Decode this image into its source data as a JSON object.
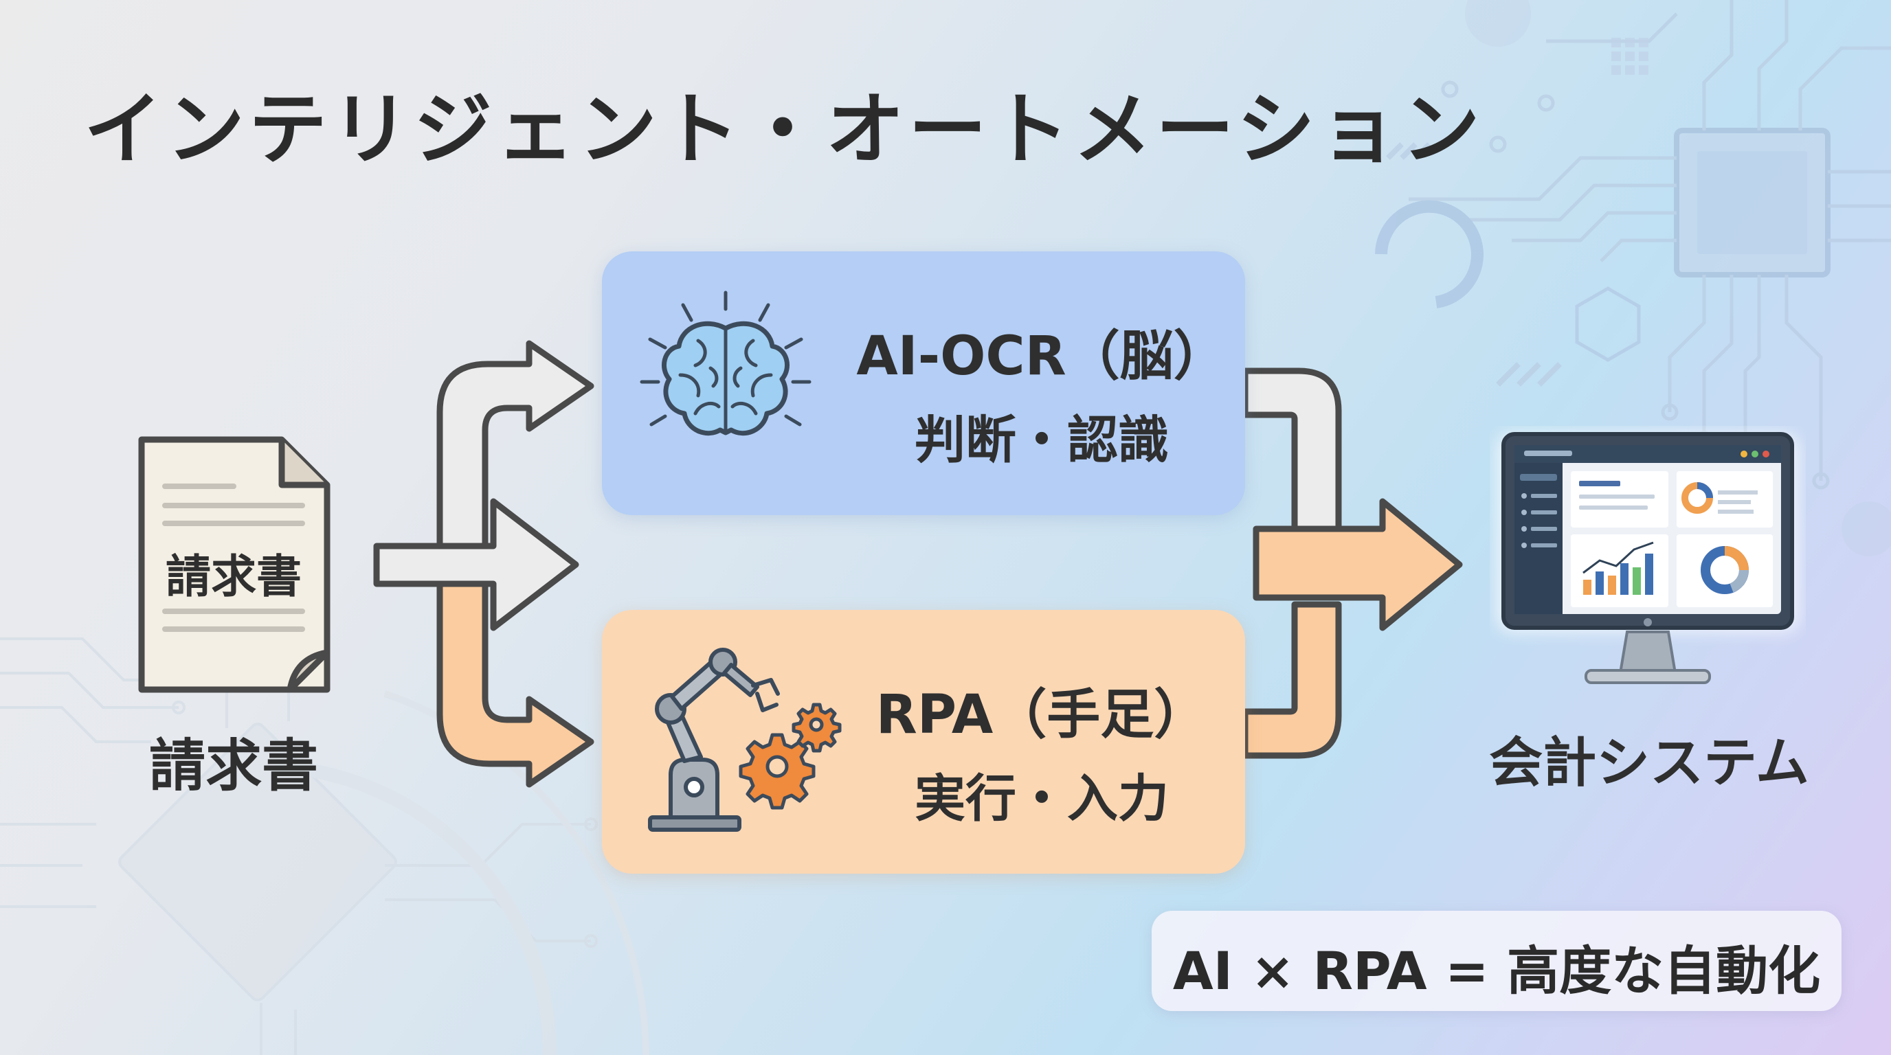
{
  "title": "インテリジェント・オートメーション",
  "document": {
    "icon_text": "請求書",
    "label": "請求書",
    "icon": "document-icon"
  },
  "ai_ocr": {
    "title": "AI-OCR（脳）",
    "subtitle": "判断・認識",
    "icon": "brain-icon",
    "color": "#b4cef5"
  },
  "rpa": {
    "title": "RPA（手足）",
    "subtitle": "実行・入力",
    "icon": "robot-arm-icon",
    "color": "#fbd7b4"
  },
  "accounting_system": {
    "label": "会計システム",
    "icon": "monitor-dashboard-icon"
  },
  "formula": "AI × RPA = 高度な自動化",
  "colors": {
    "arrow_gray": "#ececec",
    "arrow_orange": "#fbcc9f",
    "outline": "#4a4a4a",
    "accent_blue": "#7fb6e3",
    "accent_orange": "#f0873c"
  }
}
